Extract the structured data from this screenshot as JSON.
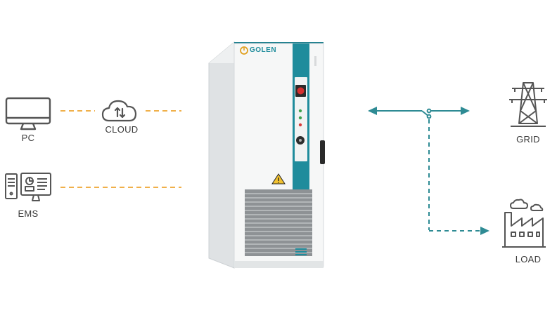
{
  "labels": {
    "pc": "PC",
    "cloud": "CLOUD",
    "ems": "EMS",
    "grid": "GRID",
    "load": "LOAD"
  },
  "cabinet": {
    "brand": "GOLEN"
  },
  "icons": {
    "pc": "monitor-icon",
    "cloud": "cloud-sync-icon",
    "ems": "workstation-icon",
    "grid": "transmission-tower-icon",
    "load": "factory-icon",
    "warning": "warning-triangle-icon",
    "emergency_stop": "emergency-stop-icon"
  },
  "colors": {
    "comm_line": "#f0b04a",
    "power_line": "#2e8b94",
    "icon_stroke": "#555555",
    "cabinet_accent": "#1f8c9c"
  }
}
